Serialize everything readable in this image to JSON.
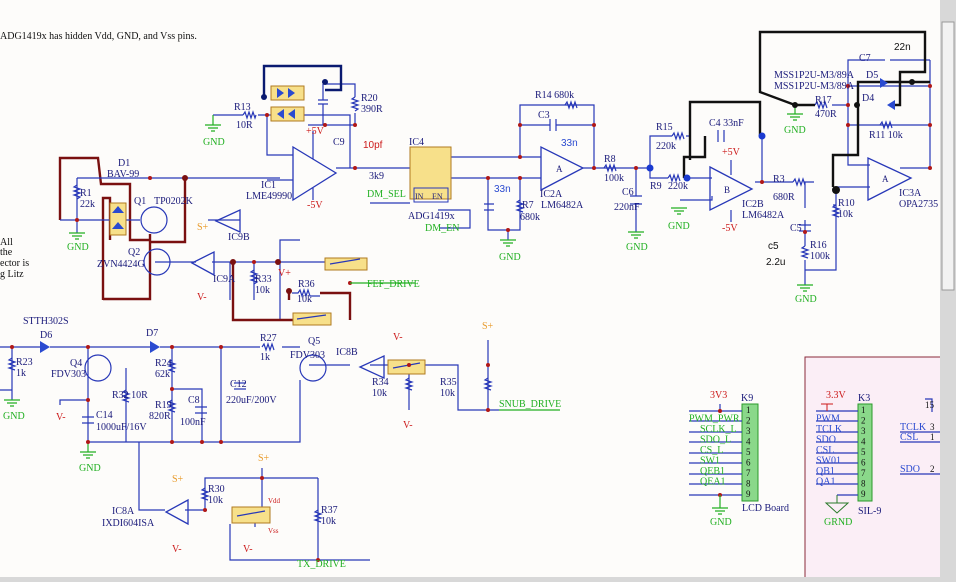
{
  "note": "ADG1419x has hidden Vdd, GND, and Vss pins.",
  "side_note": [
    "All",
    "the",
    "ector is",
    "g Litz"
  ],
  "labels": {
    "R13": "R13",
    "R13v": "10R",
    "R20": "R20",
    "R20v": "390R",
    "C9": "C9",
    "C9v": "10pf",
    "IC1": "IC1",
    "IC1p": "LME49990",
    "R3k9": "3k9",
    "IC4": "IC4",
    "IC4p": "ADG1419x",
    "IN": "IN",
    "EN": "EN",
    "D1": "D1",
    "D1p": "BAV-99",
    "R1": "R1",
    "R1v": "22k",
    "Q1": "Q1",
    "Q1p": "TP0202K",
    "Q2": "Q2",
    "Q2p": "ZVN4424G",
    "IC9B": "IC9B",
    "IC9A": "IC9A",
    "R33": "R33",
    "R33v": "10k",
    "R36": "R36",
    "R36v": "10k",
    "R14": "R14  680k",
    "C3": "C3",
    "C3v": "33n",
    "IC2A": "IC2A",
    "IC2Ap": "LM6482A",
    "R7": "R7",
    "R7v": "680k",
    "C33n": "33n",
    "R8": "R8",
    "R8v": "100k",
    "C6": "C6",
    "C6v": "220nF",
    "R15": "R15",
    "R15v": "220k",
    "R9": "R9",
    "R9v": "220k",
    "C4": "C4  33nF",
    "IC2B": "IC2B",
    "IC2Bp": "LM6482A",
    "R3": "R3",
    "R3v": "680R",
    "C5": "C5",
    "c5": "c5",
    "c5v": "2.2u",
    "R16": "R16",
    "R16v": "100k",
    "R10": "R10",
    "R10v": "10k",
    "IC3A": "IC3A",
    "IC3Ap": "OPA2735",
    "R11": "R11  10k",
    "R17": "R17",
    "R17v": "470R",
    "MSS1": "MSS1P2U-M3/89A",
    "MSS2": "MSS1P2U-M3/89A",
    "D5": "D5",
    "D4": "D4",
    "C7": "C7",
    "C7v": "22n",
    "STTH": "STTH302S",
    "D6": "D6",
    "R23": "R23",
    "R23v": "1k",
    "Q4": "Q4",
    "Q4p": "FDV303",
    "D7": "D7",
    "R24": "R24",
    "R24v": "62k",
    "R27": "R27",
    "R27v": "1k",
    "Q5": "Q5",
    "Q5p": "FDV303",
    "IC8B": "IC8B",
    "C12": "C12",
    "C12v": "220uF/200V",
    "C8": "C8",
    "C8v": "100nF",
    "R19": "R19",
    "R19v": "820R",
    "R32": "R32  10R",
    "C14": "C14",
    "C14v": "1000uF/16V",
    "R34": "R34",
    "R34v": "10k",
    "R35": "R35",
    "R35v": "10k",
    "IC8A": "IC8A",
    "IC8Ap": "IXDI604ISA",
    "R30": "R30",
    "R30v": "10k",
    "R37": "R37",
    "R37v": "10k",
    "Vdd": "Vdd",
    "Vss": "Vss",
    "A": "A",
    "B": "B"
  },
  "nets": {
    "gnd": "GND",
    "grnd": "GRND",
    "p5v": "+5V",
    "m5v": "-5V",
    "vplus": "V+",
    "vminus": "V-",
    "splus": "S+",
    "dm_sel": "DM_SEL",
    "dm_en": "DM_EN",
    "fef_drive": "FEF_DRIVE",
    "snub_drive": "SNUB_DRIVE",
    "tx_drive": "TX_DRIVE",
    "v3v3": "3V3",
    "v33": "3.3V"
  },
  "k9": {
    "name": "K9",
    "part": "LCD Board",
    "signals": [
      "",
      "PWM_PWR",
      "SCLK_L",
      "SDO_L",
      "CS_L",
      "SW1",
      "QEB1",
      "QEA1",
      "",
      ""
    ],
    "pins": [
      "1",
      "2",
      "3",
      "4",
      "5",
      "6",
      "7",
      "8",
      "9"
    ]
  },
  "k3": {
    "name": "K3",
    "part": "SIL-9",
    "signals": [
      "",
      "PWM",
      "TCLK",
      "SDO",
      "CSL",
      "SW01",
      "QB1",
      "QA1",
      "",
      ""
    ],
    "pins": [
      "1",
      "2",
      "3",
      "4",
      "5",
      "6",
      "7",
      "8",
      "9"
    ],
    "right": [
      {
        "sig": "TCLK",
        "pin": "3"
      },
      {
        "sig": "CSL",
        "pin": "1"
      },
      {
        "sig": "SDO",
        "pin": "2"
      }
    ],
    "pin15": "15"
  },
  "colors": {
    "wire": "#2838b8",
    "net_label": "#22b022",
    "power": "#cc1a1a",
    "junction": "#b01818",
    "highlight_wire": "#7a1010",
    "sheet_bg": "#fbeef6"
  }
}
